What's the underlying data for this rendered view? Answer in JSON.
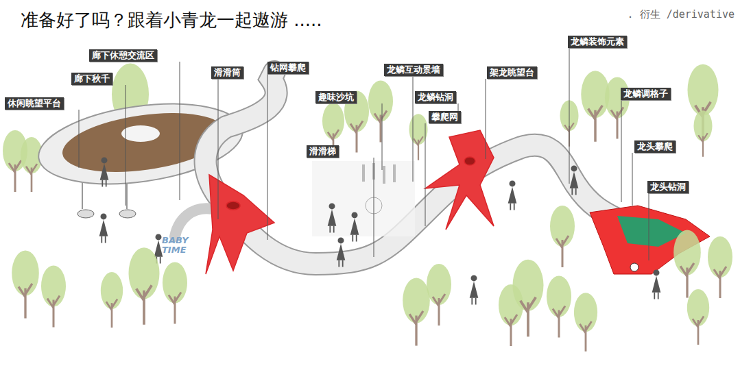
{
  "diagram": {
    "title": "准备好了吗？跟着小青龙一起遨游 .....",
    "nodes": [
      {
        "text": [
          "廊下休憩交流区"
        ]
      },
      {
        "text": [
          "廊下秋千"
        ]
      },
      {
        "text": [
          "休闲眺望平台"
        ]
      },
      {
        "text": [
          "滑滑筒"
        ]
      },
      {
        "text": [
          "钻网攀爬"
        ]
      },
      {
        "text": [
          "龙鳞互动景墙"
        ]
      },
      {
        "text": [
          "趣味沙坑"
        ]
      },
      {
        "text": [
          "龙鳞钻洞"
        ]
      },
      {
        "text": [
          "攀爬网"
        ]
      },
      {
        "text": [
          "架龙眺望台"
        ]
      },
      {
        "text": [
          "滑滑梯"
        ]
      },
      {
        "text": [
          "龙鳞装饰元素"
        ]
      },
      {
        "text": [
          "龙鳞调格子"
        ]
      },
      {
        "text": [
          "龙头攀爬"
        ]
      },
      {
        "text": [
          "龙头钻洞"
        ]
      }
    ],
    "labels": [
      ". 衍生 /derivative",
      "BABY TIME"
    ]
  }
}
